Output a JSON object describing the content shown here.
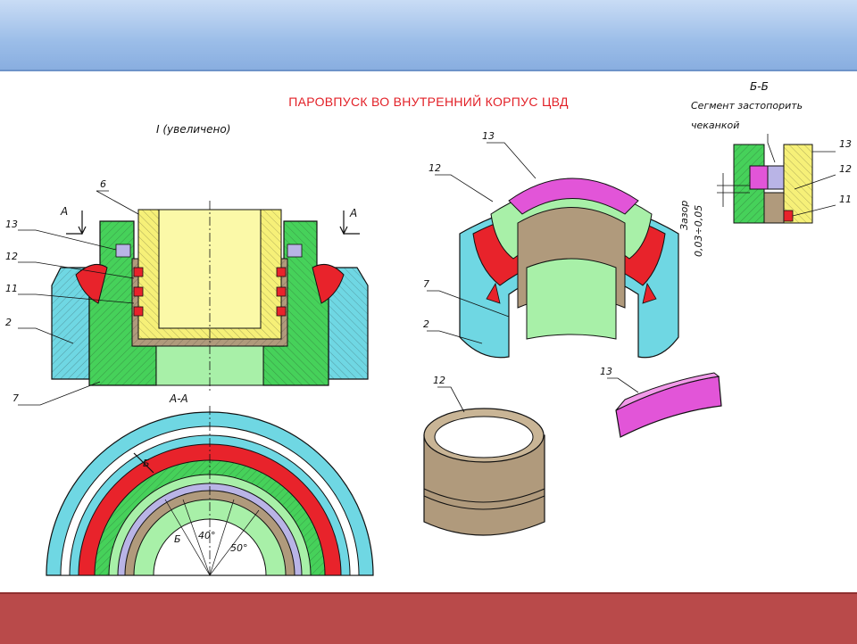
{
  "title": "ПАРОВПУСК ВО ВНУТРЕННИЙ КОРПУС ЦВД",
  "views": {
    "detail": "I (увеличено)",
    "section_aa": "А-А",
    "section_bb": "Б-Б",
    "cut_a": "А",
    "cut_b": "Б"
  },
  "notes": {
    "segment_line1": "Сегмент застопорить",
    "segment_line2": "чеканкой",
    "gap": "Зазор",
    "gap_value": "0,03÷0,05"
  },
  "angles": {
    "a1": "40°",
    "a2": "50°"
  },
  "callouts": {
    "n6": "6",
    "n13": "13",
    "n12": "12",
    "n11": "11",
    "n2": "2",
    "n7": "7"
  },
  "colors": {
    "cyan": "#6fd7e3",
    "green": "#46d15a",
    "light_green": "#a8f0a8",
    "yellow": "#f6f078",
    "red": "#e8232b",
    "tan": "#b09a7c",
    "magenta": "#e255d8",
    "lavender": "#b9b4e6",
    "title_red": "#e21f26"
  }
}
